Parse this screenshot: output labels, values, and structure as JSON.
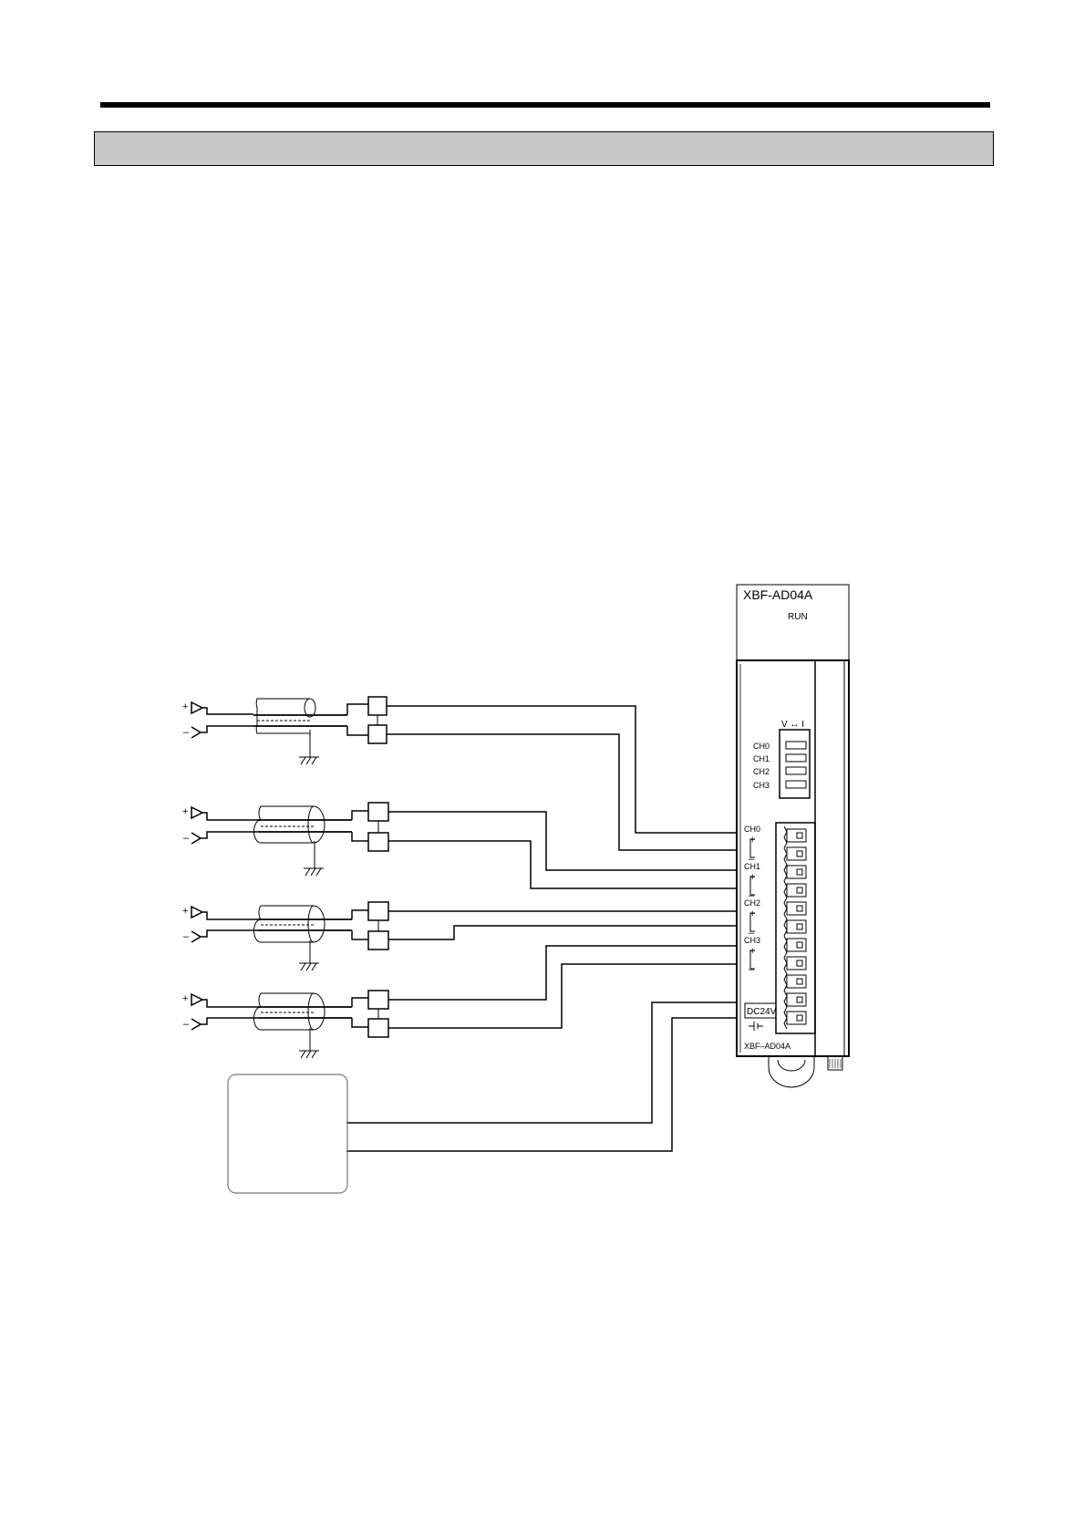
{
  "module": {
    "model": "XBF-AD04A",
    "run_label": "RUN",
    "switch_label": "V ↔ I",
    "switch_channels": [
      "CH0",
      "CH1",
      "CH2",
      "CH3"
    ],
    "terminal_channels": [
      "CH0",
      "CH1",
      "CH2",
      "CH3"
    ],
    "plus": "+",
    "minus": "–",
    "power_label": "DC24V",
    "bottom_label": "XBF–AD04A"
  },
  "sources": [
    {
      "plus": "+",
      "minus": "–"
    },
    {
      "plus": "+",
      "minus": "–"
    },
    {
      "plus": "+",
      "minus": "–"
    },
    {
      "plus": "+",
      "minus": "–"
    }
  ]
}
